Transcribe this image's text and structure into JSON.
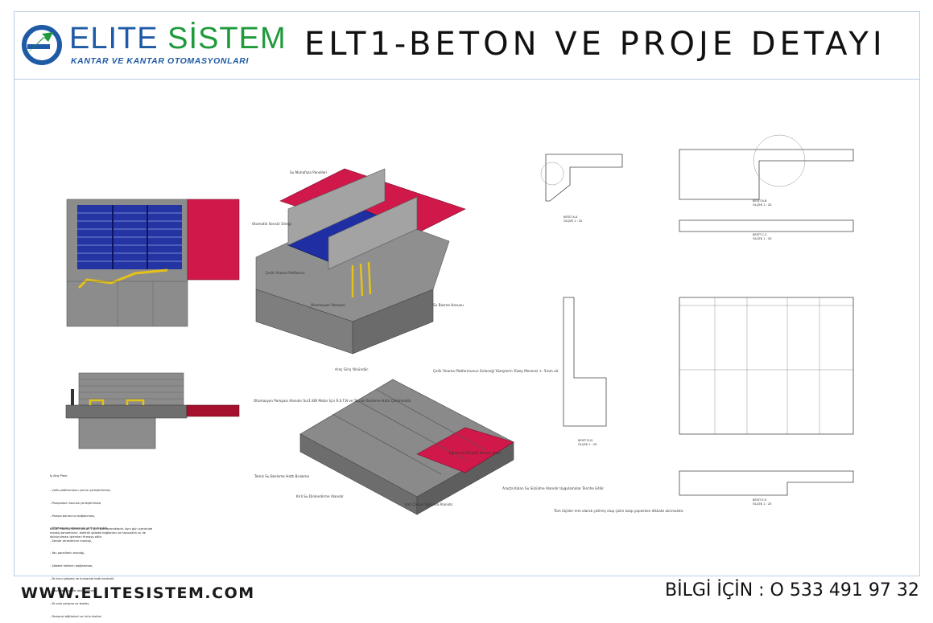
{
  "header": {
    "logo": {
      "word1": "ELITE",
      "word2": "SİSTEM",
      "subtitle": "KANTAR VE KANTAR OTOMASYONLARI"
    },
    "title": "ELT1-BETON VE PROJE DETAYI"
  },
  "footer": {
    "website": "WWW.ELITESISTEM.COM",
    "phone": "BİLGİ İÇİN : O 533 491 97 32"
  },
  "colors": {
    "frame": "#b9cde3",
    "concrete": "#8c8c8c",
    "steel_blue": "#1f2fa3",
    "red_ramp": "#d0194a",
    "pipe_yellow": "#e5c21a",
    "logo_blue": "#1e5aa6",
    "logo_green": "#1e9a3a"
  },
  "callouts_top": {
    "panels": "Su Muhafaza Panelleri",
    "sensor": "Otomatik Sensör Direği",
    "platform": "Çelik Yıkama Platformu",
    "pump": "Otomasyon Pompası",
    "pool": "Su Basma Havuzu"
  },
  "callouts_bottom": {
    "entry": "Araç Giriş Yönündür.",
    "surface": "Çelik Yıkama Platformunun Geleceği Yüzeylerin Yüzey Mesnesi +- 5mm olr.",
    "pump_area": "Otomasyon Pompası Alanıdır Su/1 KW Motor İçin R.S.T.N ve Toprak Besleme Hattı Çekilmelidir.",
    "exit_ramp": "Eğimli Su Pürüzlü Rampa Alanı",
    "line": "Temiz Su Besleme Hattı Bırakma",
    "drain": "Kirli Su Dinlendirme Alanıdır",
    "sludge": "Katı Çamur Toplama Alanıdır",
    "water_area": "Araçta Kalan Su Süzülme Alanıdır Uygulamalar Tercihe Edilir."
  },
  "notes": {
    "heading": "İş Akış Planı:",
    "lines": [
      "- Çelik platformların yerine yerleştirilmesi,",
      "- Pompaların havuza yerleştirilmesi,",
      "- Pompa borlarının bağlanması,",
      "- Otomasyon panosunun yerine montajı,",
      "- Sensör direklerinin montajı,",
      "- Yan panellerin montajı,",
      "- Şebeke hattının bağlanması,",
      "- İlk kuru çalışma ve kumanda hattı kontrolü,",
      "- Havuzların su ile doldurulması,",
      "- İlk sulu çalışma ve testler,",
      "- Personel eğitimleri ve ürün teslimi"
    ],
    "footnote": "BİLGE: Montaj süresi olarak 1 gün planlanmaktadır. Aynı gün içerisinde montaj tamamlanır, elektrik şebeke bağlantısı ve havuzların su ile doldurulması işlemleri firmaya aittir.",
    "plan_note": "Tüm ölçüler mm olarak çizilmiş olup çizim kalıp yapılırken dikkate alınmalıdır."
  },
  "section_labels": {
    "sec_a": "KESIT A-A\nÖLÇEK 1 : 20",
    "sec_b": "KESIT B-B\nÖLÇEK 1 : 20",
    "sec_c": "KESIT C-C\nÖLÇEK 1 : 20",
    "sec_d": "KESIT D-D\nÖLÇEK 1 : 20",
    "sec_e": "KESIT E-E\nÖLÇEK 1 : 20"
  }
}
